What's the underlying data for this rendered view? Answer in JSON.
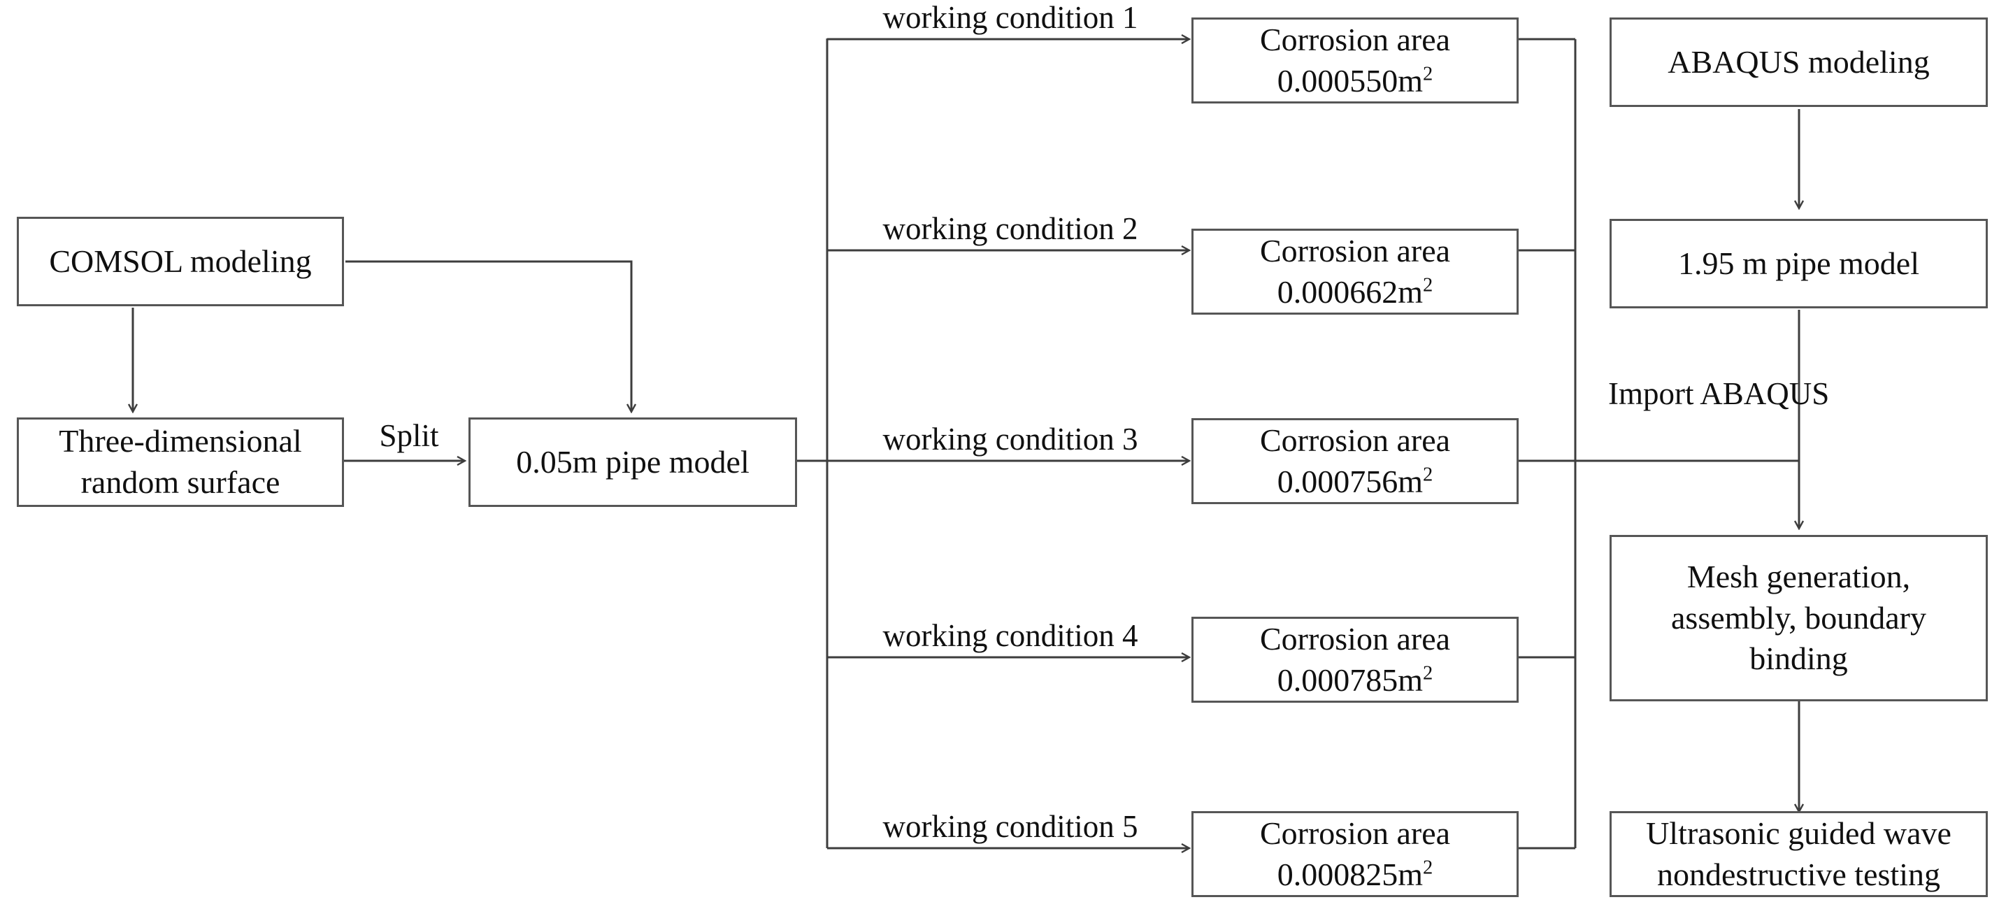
{
  "diagram": {
    "title": "Corrosion modeling and ultrasonic guided wave testing workflow",
    "stroke_color": "#565656",
    "wire_color": "#3d3d3d",
    "background": "#ffffff",
    "nodes": {
      "comsol": "COMSOL modeling",
      "random_surface_line1": "Three-dimensional",
      "random_surface_line2": "random surface",
      "pipe_small": "0.05m pipe model",
      "abaqus": "ABAQUS modeling",
      "pipe_large": "1.95 m pipe model",
      "mesh_line1": "Mesh generation,",
      "mesh_line2": "assembly, boundary",
      "mesh_line3": "binding",
      "ultrasonic_line1": "Ultrasonic guided wave",
      "ultrasonic_line2": "nondestructive testing"
    },
    "edge_labels": {
      "split": "Split",
      "import_line1": "Import",
      "import_line2": "ABAQUS"
    },
    "conditions": [
      {
        "label": "working condition 1",
        "area_title": "Corrosion area",
        "area_value": "0.000550m",
        "area_exponent": "2"
      },
      {
        "label": "working condition 2",
        "area_title": "Corrosion area",
        "area_value": "0.000662m",
        "area_exponent": "2"
      },
      {
        "label": "working condition 3",
        "area_title": "Corrosion area",
        "area_value": "0.000756m",
        "area_exponent": "2"
      },
      {
        "label": "working condition 4",
        "area_title": "Corrosion area",
        "area_value": "0.000785m",
        "area_exponent": "2"
      },
      {
        "label": "working condition 5",
        "area_title": "Corrosion area",
        "area_value": "0.000825m",
        "area_exponent": "2"
      }
    ]
  }
}
